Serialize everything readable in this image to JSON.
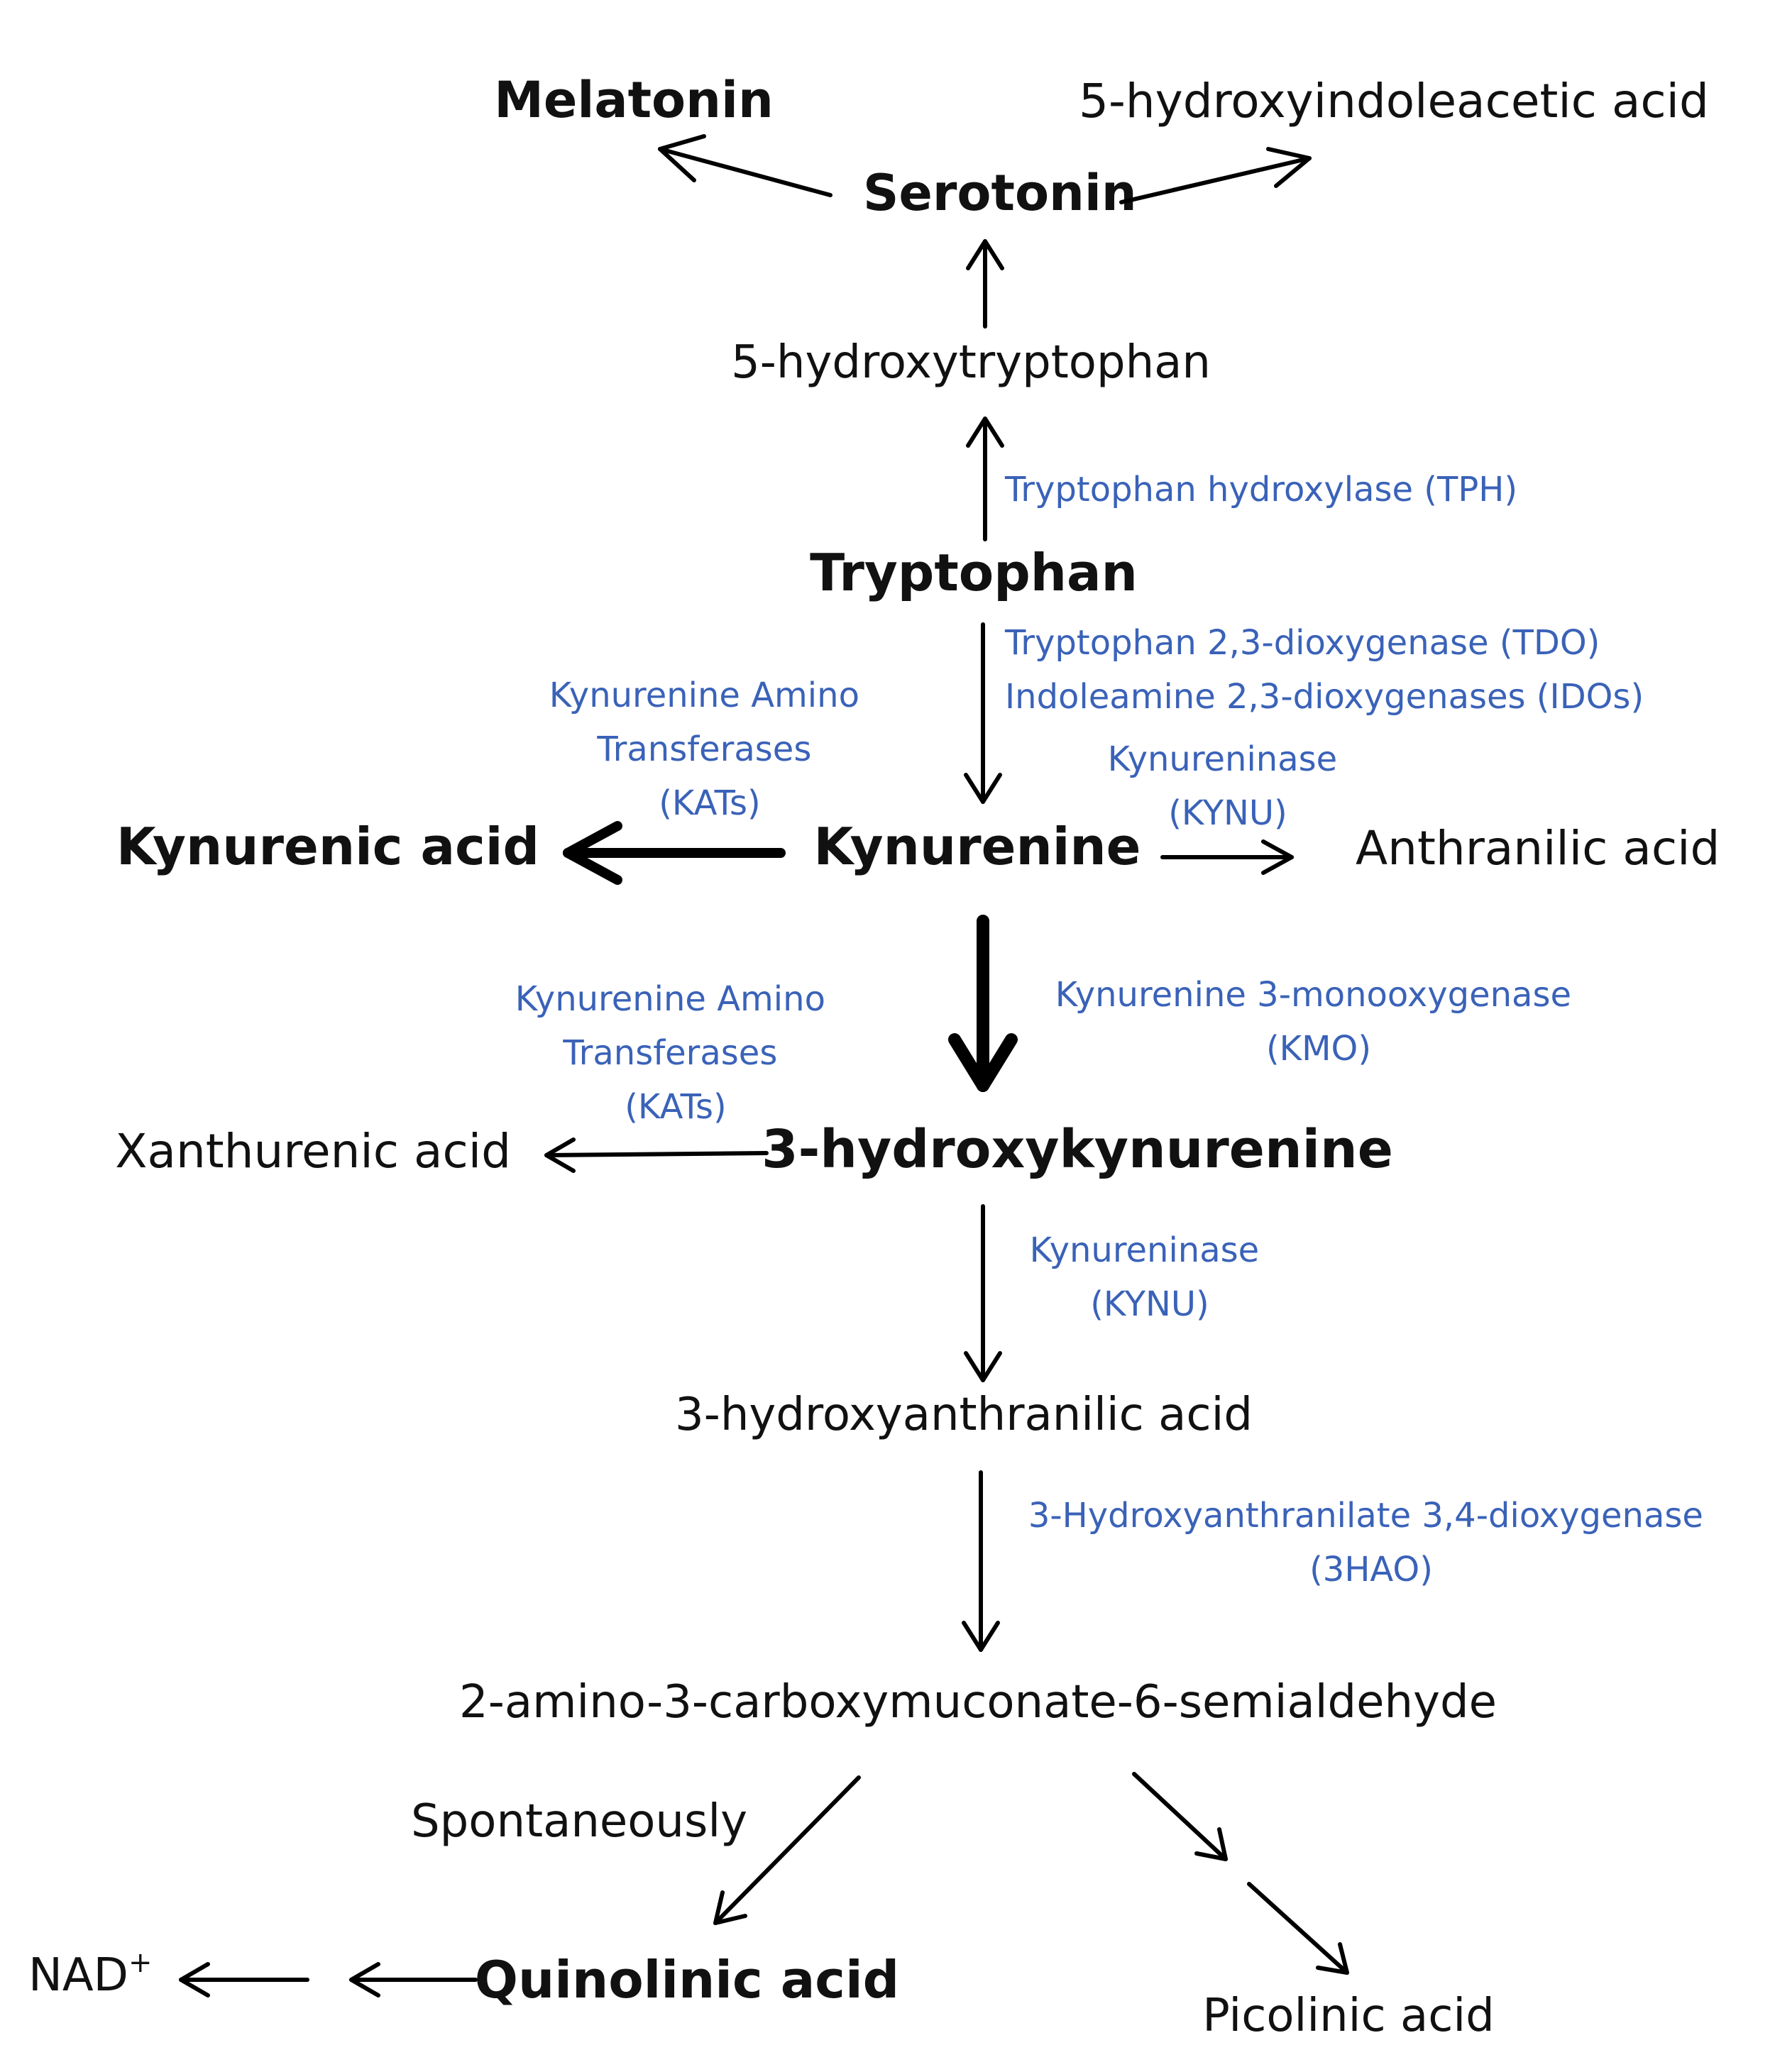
{
  "compounds": {
    "melatonin": "Melatonin",
    "hiaa": "5-hydroxyindoleacetic acid",
    "serotonin": "Serotonin",
    "htp": "5-hydroxytryptophan",
    "tryptophan": "Tryptophan",
    "kynurenine": "Kynurenine",
    "kynurenic_acid": "Kynurenic acid",
    "anthranilic_acid": "Anthranilic acid",
    "three_hk": "3-hydroxykynurenine",
    "xanthurenic_acid": "Xanthurenic acid",
    "three_haa": "3-hydroxyanthranilic acid",
    "acms": "2-amino-3-carboxymuconate-6-semialdehyde",
    "quinolinic_acid": "Quinolinic acid",
    "picolinic_acid": "Picolinic acid",
    "nad": "NAD",
    "nad_sup": "+"
  },
  "enzymes": {
    "tph": "Tryptophan hydroxylase (TPH)",
    "tdo": "Tryptophan 2,3-dioxygenase (TDO)",
    "idos": "Indoleamine 2,3-dioxygenases (IDOs)",
    "kats_top": [
      "Kynurenine Amino",
      "Transferases",
      "(KATs)"
    ],
    "kynu_top": [
      "Kynureninase",
      "(KYNU)"
    ],
    "kmo": [
      "Kynurenine 3-monooxygenase",
      "(KMO)"
    ],
    "kats_bottom": [
      "Kynurenine Amino",
      "Transferases",
      "(KATs)"
    ],
    "kynu_bottom": [
      "Kynureninase",
      "(KYNU)"
    ],
    "three_hao": [
      "3-Hydroxyanthranilate 3,4-dioxygenase",
      "(3HAO)"
    ]
  },
  "notes": {
    "spontaneously": "Spontaneously"
  },
  "colors": {
    "enzyme_text": "#3a62b8",
    "compound_text": "#111111",
    "arrow": "#000000"
  }
}
